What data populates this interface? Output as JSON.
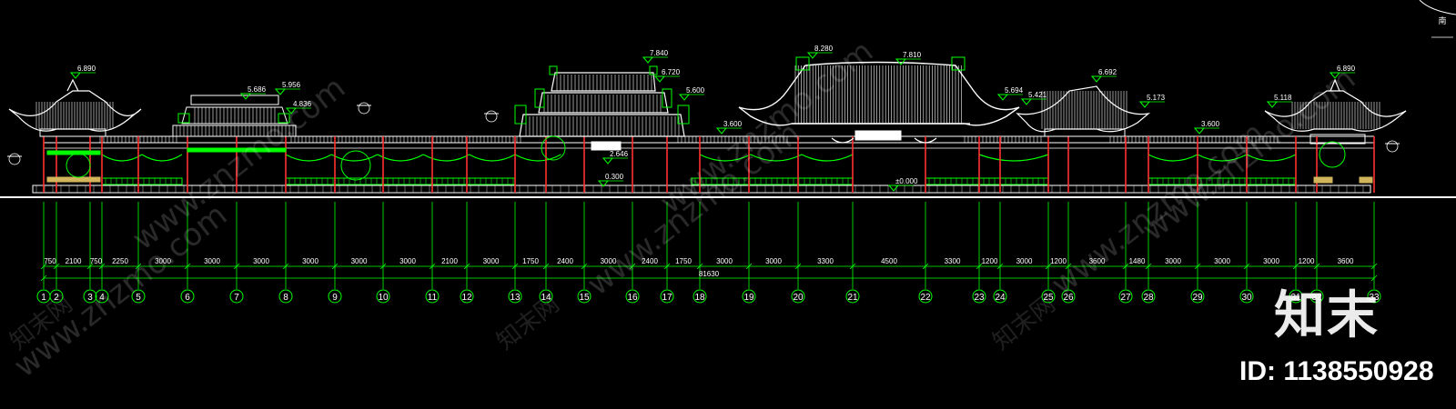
{
  "drawing": {
    "dimensions": [
      "750",
      "2100",
      "750",
      "2250",
      "3000",
      "3000",
      "3000",
      "3000",
      "3000",
      "3000",
      "2100",
      "3000",
      "1750",
      "2400",
      "3000",
      "2400",
      "1750",
      "3000",
      "3000",
      "3300",
      "4500",
      "3300",
      "1200",
      "3000",
      "1200",
      "3600",
      "1480",
      "3000",
      "3000",
      "3000",
      "1200",
      "3600"
    ],
    "total_dimension": "81630",
    "axes": [
      "1",
      "2",
      "3",
      "4",
      "5",
      "6",
      "7",
      "8",
      "9",
      "10",
      "11",
      "12",
      "13",
      "14",
      "15",
      "16",
      "17",
      "18",
      "19",
      "20",
      "21",
      "22",
      "23",
      "24",
      "25",
      "26",
      "27",
      "28",
      "29",
      "30",
      "31",
      "32",
      "33"
    ],
    "elevations": [
      {
        "id": "pav-left-top",
        "text": "6.890"
      },
      {
        "id": "hall2-top",
        "text": "5.686"
      },
      {
        "id": "hall2-ridge",
        "text": "5.956"
      },
      {
        "id": "hall2-eave",
        "text": "4.836"
      },
      {
        "id": "gate-top",
        "text": "7.840"
      },
      {
        "id": "gate-mid",
        "text": "6.720"
      },
      {
        "id": "gate-eave",
        "text": "5.600"
      },
      {
        "id": "corr-left",
        "text": "3.600"
      },
      {
        "id": "gate-beam",
        "text": "2.646"
      },
      {
        "id": "gate-floor",
        "text": "0.300"
      },
      {
        "id": "main-top",
        "text": "8.280"
      },
      {
        "id": "main-ridge",
        "text": "7.810"
      },
      {
        "id": "main-zero",
        "text": "±0.000"
      },
      {
        "id": "wing-eave",
        "text": "5.694"
      },
      {
        "id": "wing-eave2",
        "text": "5.421"
      },
      {
        "id": "pav3-top",
        "text": "6.692"
      },
      {
        "id": "pav3-eave",
        "text": "5.173"
      },
      {
        "id": "corr-right",
        "text": "3.600"
      },
      {
        "id": "pav-right-eave",
        "text": "5.118"
      },
      {
        "id": "pav-right-top",
        "text": "6.890"
      }
    ],
    "compass_text": "南"
  },
  "watermark": {
    "logo_text": "知末",
    "id_text": "ID: 1138550928",
    "url_text": "www.znzmo.com",
    "cn_text": "知末网"
  },
  "colors": {
    "background": "#000000",
    "structure": "#ffffff",
    "highlight": "#00ff00",
    "column": "#ff3030",
    "accent": "#d2b55b"
  }
}
